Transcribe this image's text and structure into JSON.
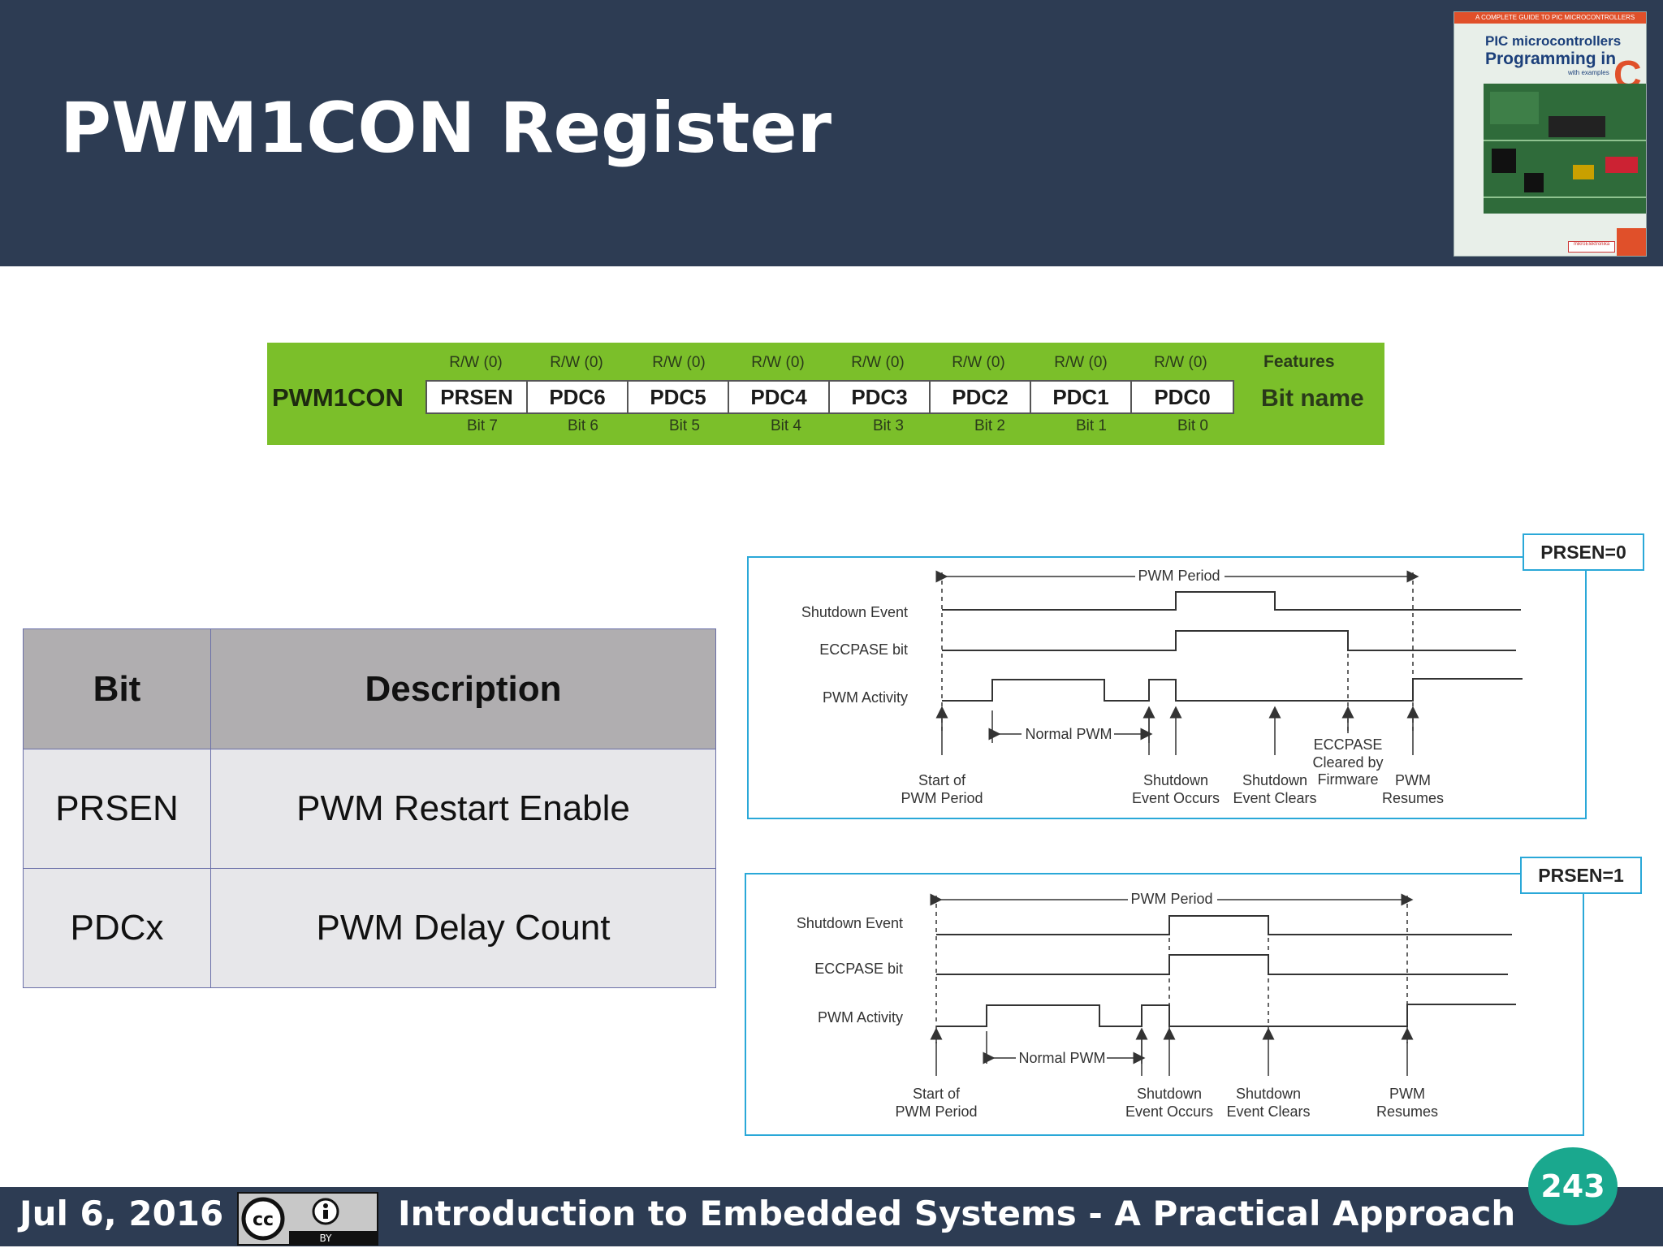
{
  "slide": {
    "title": "PWM1CON Register"
  },
  "cover": {
    "banner": "A COMPLETE GUIDE TO PIC MICROCONTROLLERS",
    "line1": "PIC microcontrollers",
    "line2": "Programming in",
    "letter": "C",
    "line3": "with examples",
    "publisher": "mikroElektronika"
  },
  "register": {
    "name": "PWM1CON",
    "access": [
      "R/W (0)",
      "R/W (0)",
      "R/W (0)",
      "R/W (0)",
      "R/W (0)",
      "R/W (0)",
      "R/W (0)",
      "R/W (0)"
    ],
    "bits": [
      "PRSEN",
      "PDC6",
      "PDC5",
      "PDC4",
      "PDC3",
      "PDC2",
      "PDC1",
      "PDC0"
    ],
    "bit_numbers": [
      "Bit 7",
      "Bit 6",
      "Bit 5",
      "Bit 4",
      "Bit 3",
      "Bit 2",
      "Bit 1",
      "Bit 0"
    ],
    "features_label": "Features",
    "bitname_label": "Bit name",
    "color": "#7bbf2a"
  },
  "table": {
    "headers": [
      "Bit",
      "Description"
    ],
    "rows": [
      [
        "PRSEN",
        "PWM Restart Enable"
      ],
      [
        "PDCx",
        "PWM Delay Count"
      ]
    ]
  },
  "timing": [
    {
      "tag": "PRSEN=0",
      "period_label": "PWM Period",
      "signals": [
        "Shutdown Event",
        "ECCPASE bit",
        "PWM Activity"
      ],
      "normal_label": "Normal PWM",
      "events": [
        [
          "Start of",
          "PWM Period"
        ],
        [
          "Shutdown",
          "Event Occurs"
        ],
        [
          "Shutdown",
          "Event Clears"
        ],
        [
          "ECCPASE",
          "Cleared by",
          "Firmware"
        ],
        [
          "PWM",
          "Resumes"
        ]
      ]
    },
    {
      "tag": "PRSEN=1",
      "period_label": "PWM Period",
      "signals": [
        "Shutdown Event",
        "ECCPASE bit",
        "PWM Activity"
      ],
      "normal_label": "Normal PWM",
      "events": [
        [
          "Start of",
          "PWM Period"
        ],
        [
          "Shutdown",
          "Event Occurs"
        ],
        [
          "Shutdown",
          "Event Clears"
        ],
        [
          "PWM",
          "Resumes"
        ]
      ]
    }
  ],
  "footer": {
    "date": "Jul 6, 2016",
    "course": "Introduction to Embedded Systems - A Practical Approach",
    "license": "BY",
    "page": "243"
  },
  "colors": {
    "header_bg": "#2d3c53",
    "accent": "#1aa88e",
    "diagram_border": "#2aa8d8"
  }
}
